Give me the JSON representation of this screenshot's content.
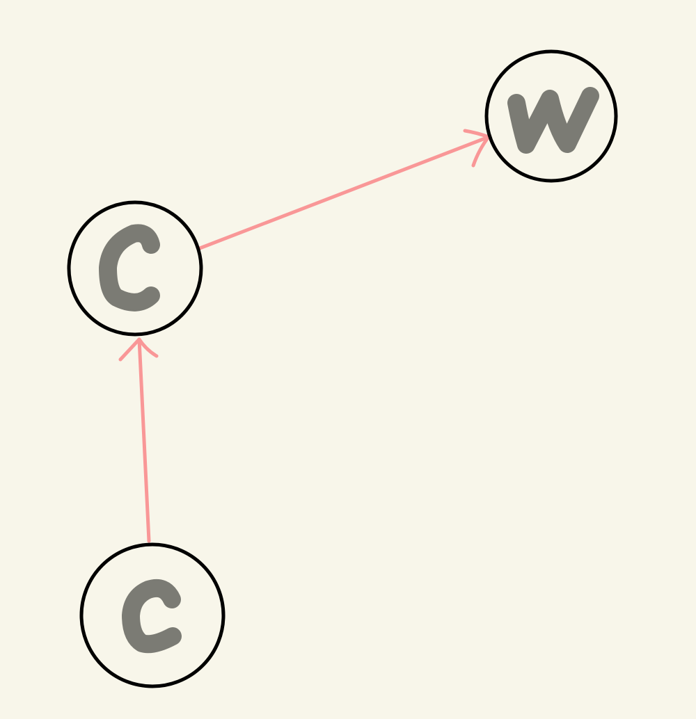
{
  "colors": {
    "background": "#f8f6ea",
    "node_stroke": "#000000",
    "letter": "#7b7b74",
    "edge": "#f99797"
  },
  "nodes": [
    {
      "id": "top-right",
      "label": "w"
    },
    {
      "id": "middle-left",
      "label": "c"
    },
    {
      "id": "bottom-left",
      "label": "c"
    }
  ],
  "edges": [
    {
      "from": "bottom-left",
      "to": "middle-left"
    },
    {
      "from": "middle-left",
      "to": "top-right"
    }
  ]
}
